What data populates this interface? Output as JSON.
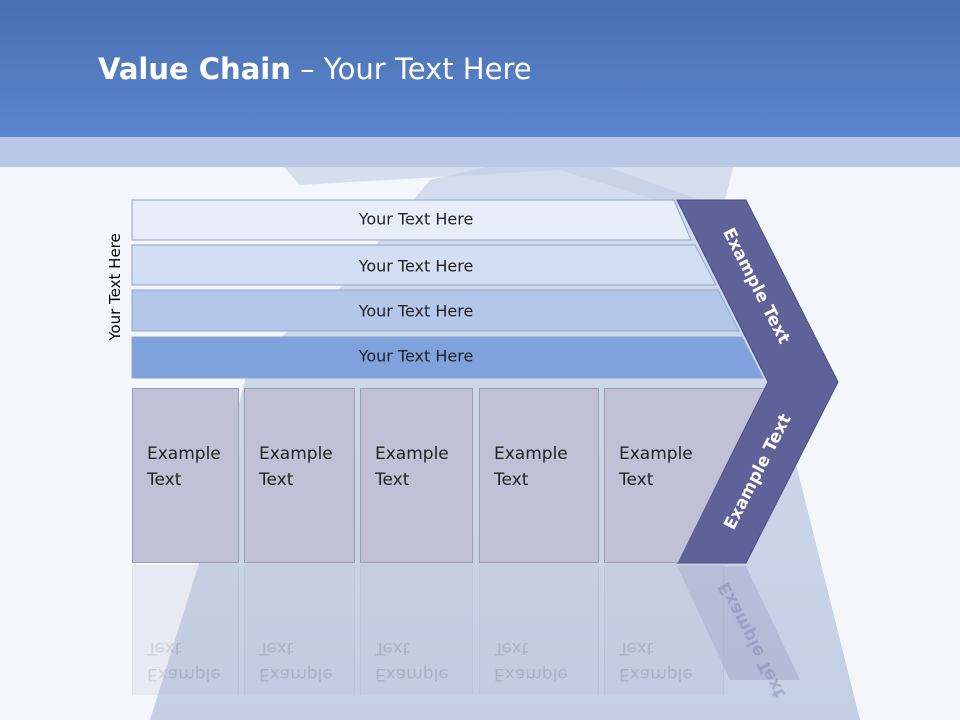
{
  "slide": {
    "title_bold": "Value Chain",
    "title_rest": " – Your Text Here"
  },
  "side_label": "Your Text Here",
  "rows": [
    {
      "label": "Your Text Here",
      "color": "#e6edf9"
    },
    {
      "label": "Your Text Here",
      "color": "#d2def4"
    },
    {
      "label": "Your Text Here",
      "color": "#b3c7ea"
    },
    {
      "label": "Your Text Here",
      "color": "#7fa2dd"
    }
  ],
  "boxes": [
    {
      "line1": "Example",
      "line2": "Text"
    },
    {
      "line1": "Example",
      "line2": "Text"
    },
    {
      "line1": "Example",
      "line2": "Text"
    },
    {
      "line1": "Example",
      "line2": "Text"
    },
    {
      "line1": "Example",
      "line2": "Text"
    }
  ],
  "chevron": {
    "top_label": "Example Text",
    "bottom_label": "Example Text",
    "color": "#5f6298"
  }
}
